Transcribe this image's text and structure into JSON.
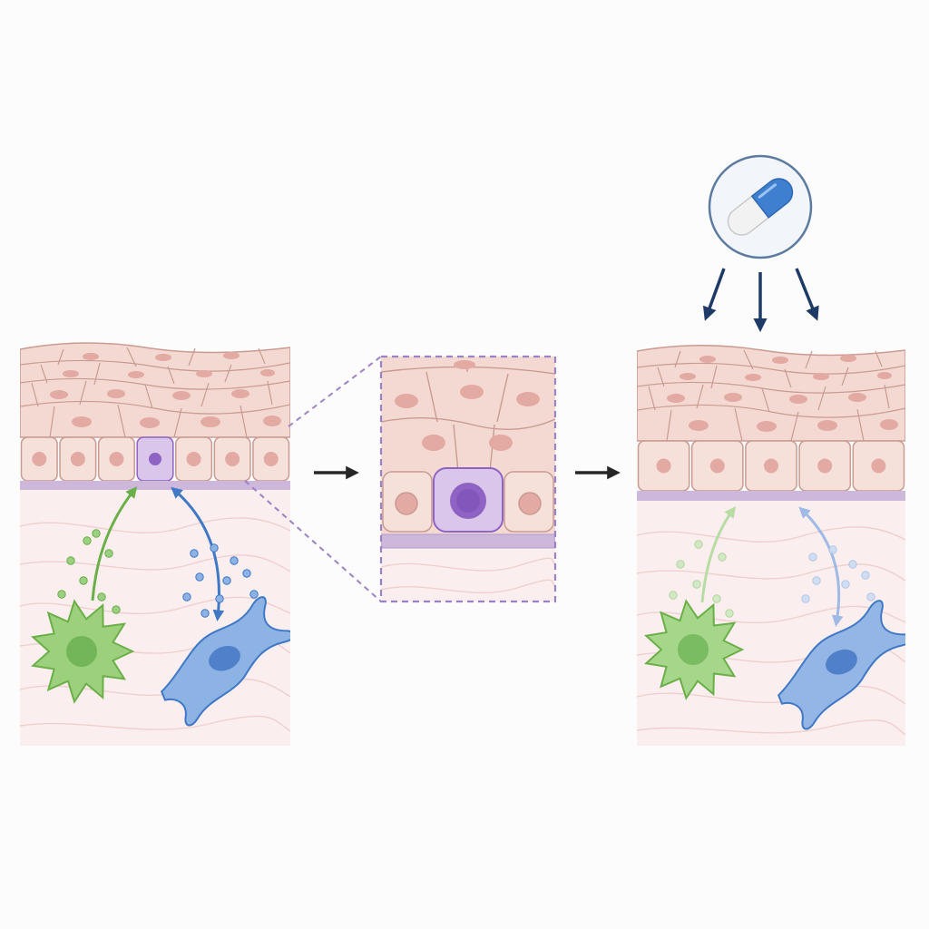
{
  "colors": {
    "background": "#fdfcfc",
    "epidermis": "#f3d9d2",
    "epidermis_stroke": "#c99b92",
    "cell_nucleus": "#e3a9a3",
    "basement_membrane": "#cdb8dc",
    "dermis": "#fbeeee",
    "dermis_fiber": "#efcfcf",
    "stem_cell": "#d9c6ea",
    "stem_cell_nucleus": "#8e63c3",
    "zoom_outline": "#9a82c4",
    "immune_cell": "#9cd07d",
    "immune_cell_nucleus": "#6fb356",
    "immune_arrow": "#6aaf48",
    "fibroblast": "#8db2e4",
    "fibroblast_nucleus": "#4f80c9",
    "fibroblast_arrow": "#3f78c4",
    "process_arrow": "#262626",
    "drug_arrow": "#1e3a66",
    "pill_blue": "#3f7fd0",
    "pill_white": "#f2f2f2",
    "drug_badge_ring": "#5d7aa0"
  },
  "panels": {
    "left": {
      "name": "tissue-before",
      "stem_cell_highlighted": true
    },
    "middle": {
      "name": "basal-niche-zoom"
    },
    "right": {
      "name": "tissue-after-treatment",
      "signaling_faded": true
    }
  },
  "icons": {
    "treatment": "capsule-icon",
    "step_arrows": "arrow-right-icon",
    "immune_cell": "immune-cell-icon",
    "fibroblast": "fibroblast-icon",
    "stem_cell": "stem-cell-icon"
  }
}
